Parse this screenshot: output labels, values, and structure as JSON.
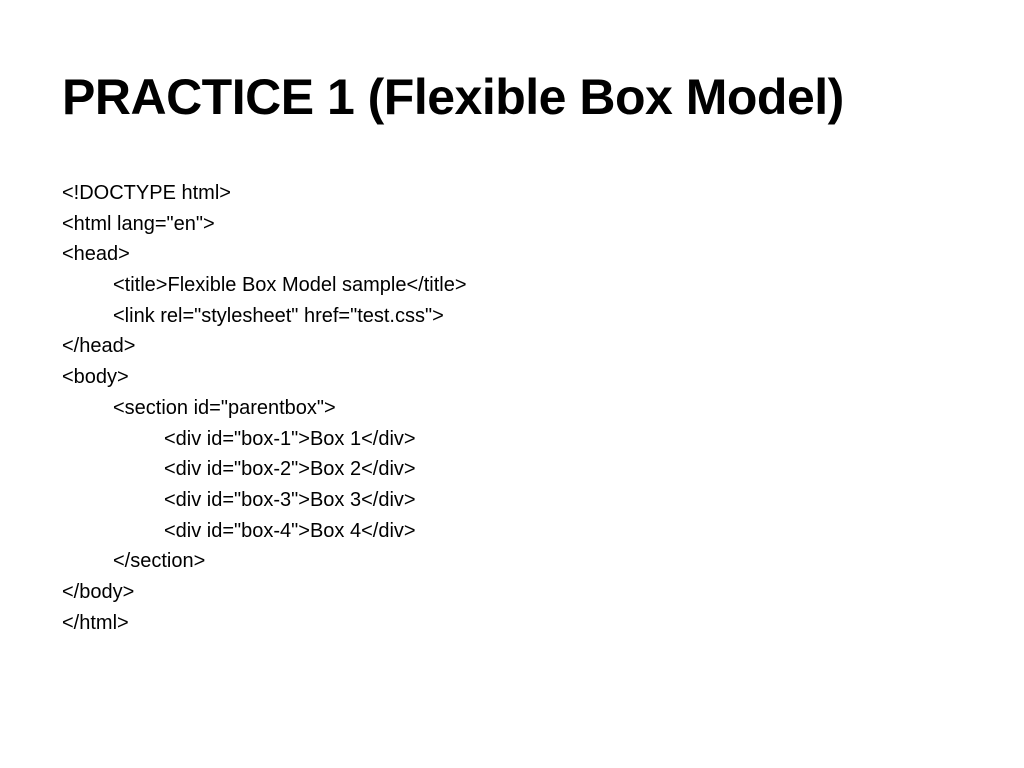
{
  "slide": {
    "title": "PRACTICE 1 (Flexible Box Model)",
    "code_lines": [
      {
        "text": "<!DOCTYPE html>",
        "indent": 0
      },
      {
        "text": "<html lang=\"en\">",
        "indent": 0
      },
      {
        "text": "<head>",
        "indent": 0
      },
      {
        "text": "<title>Flexible Box Model sample</title>",
        "indent": 1
      },
      {
        "text": "<link rel=\"stylesheet\" href=\"test.css\">",
        "indent": 1
      },
      {
        "text": "</head>",
        "indent": 0
      },
      {
        "text": "<body>",
        "indent": 0
      },
      {
        "text": "<section id=\"parentbox\">",
        "indent": 1
      },
      {
        "text": "<div id=\"box-1\">Box 1</div>",
        "indent": 2
      },
      {
        "text": "<div id=\"box-2\">Box 2</div>",
        "indent": 2
      },
      {
        "text": "<div id=\"box-3\">Box 3</div>",
        "indent": 2
      },
      {
        "text": "<div id=\"box-4\">Box 4</div>",
        "indent": 2
      },
      {
        "text": "</section>",
        "indent": 1
      },
      {
        "text": "</body>",
        "indent": 0
      },
      {
        "text": "</html>",
        "indent": 0
      }
    ]
  },
  "colors": {
    "background": "#ffffff",
    "text": "#000000"
  }
}
